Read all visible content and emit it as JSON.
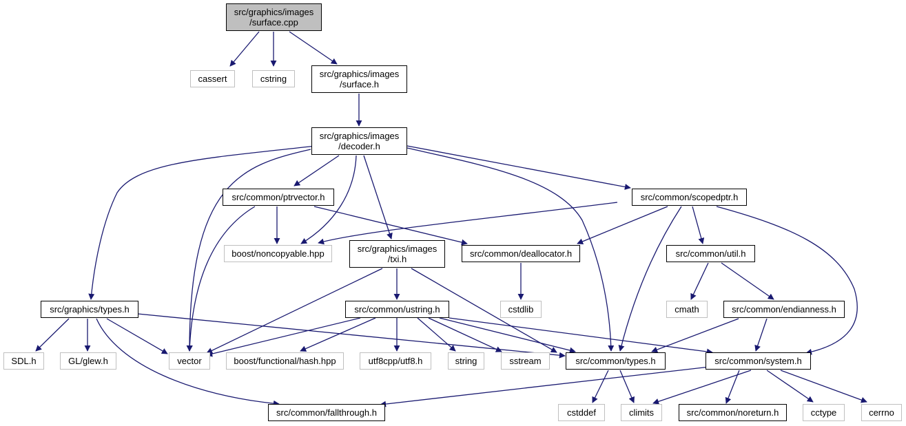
{
  "colors": {
    "edge": "#191970",
    "node_border": "#000000",
    "system_border": "#bfbfbf",
    "root_fill": "#bfbfbf"
  },
  "nodes": {
    "surface_cpp": [
      "src/graphics/images",
      "/surface.cpp"
    ],
    "cassert": [
      "cassert"
    ],
    "cstring": [
      "cstring"
    ],
    "surface_h": [
      "src/graphics/images",
      "/surface.h"
    ],
    "decoder_h": [
      "src/graphics/images",
      "/decoder.h"
    ],
    "ptrvector_h": [
      "src/common/ptrvector.h"
    ],
    "scopedptr_h": [
      "src/common/scopedptr.h"
    ],
    "noncopyable": [
      "boost/noncopyable.hpp"
    ],
    "txi_h": [
      "src/graphics/images",
      "/txi.h"
    ],
    "deallocator_h": [
      "src/common/deallocator.h"
    ],
    "util_h": [
      "src/common/util.h"
    ],
    "gtypes_h": [
      "src/graphics/types.h"
    ],
    "ustring_h": [
      "src/common/ustring.h"
    ],
    "cstdlib": [
      "cstdlib"
    ],
    "cmath": [
      "cmath"
    ],
    "endianness_h": [
      "src/common/endianness.h"
    ],
    "sdl_h": [
      "SDL.h"
    ],
    "glew_h": [
      "GL/glew.h"
    ],
    "vector": [
      "vector"
    ],
    "hash_hpp": [
      "boost/functional/hash.hpp"
    ],
    "utf8_h": [
      "utf8cpp/utf8.h"
    ],
    "string": [
      "string"
    ],
    "sstream": [
      "sstream"
    ],
    "ctypes_h": [
      "src/common/types.h"
    ],
    "system_h": [
      "src/common/system.h"
    ],
    "fallthrough_h": [
      "src/common/fallthrough.h"
    ],
    "cstddef": [
      "cstddef"
    ],
    "climits": [
      "climits"
    ],
    "noreturn_h": [
      "src/common/noreturn.h"
    ],
    "cctype": [
      "cctype"
    ],
    "cerrno": [
      "cerrno"
    ]
  }
}
